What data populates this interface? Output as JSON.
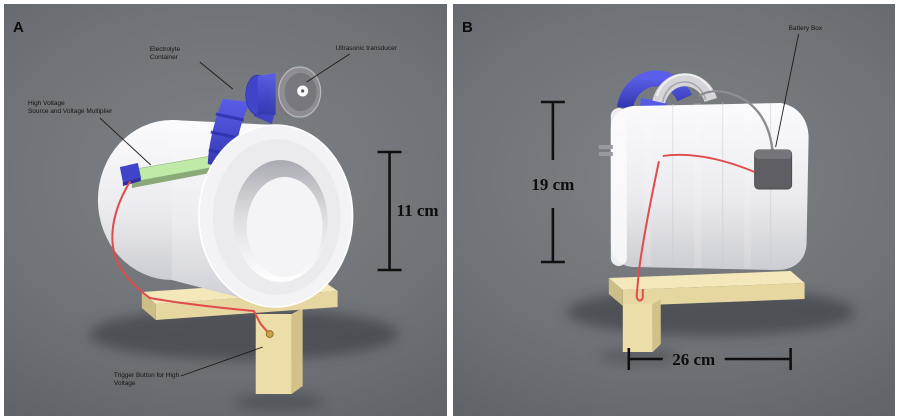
{
  "figure": {
    "panels": [
      {
        "letter": "A",
        "annotations": {
          "electrolyte_container_line1": "Electrolyte",
          "electrolyte_container_line2": "Container",
          "ultrasonic_transducer": "Ultrasonic transducer",
          "high_voltage_line1": "High Voltage",
          "high_voltage_line2": "Source and Voltage Multiplier",
          "trigger_line1": "Trigger Button for High",
          "trigger_line2": "Voltage",
          "height_dimension": "11 cm"
        }
      },
      {
        "letter": "B",
        "annotations": {
          "battery_box": "Battery Box",
          "height_dimension": "19 cm",
          "width_dimension": "26 cm"
        }
      }
    ],
    "colors": {
      "backdrop_gray": "#6f7377",
      "cylinder_white": "#f2f2f5",
      "strap_blue": "#4044c8",
      "board_green": "#c0eaa8",
      "wire_red": "#e04b4b",
      "base_tan": "#eedfaa",
      "battery_box_gray": "#5e5e64",
      "annotation_black": "#101010"
    }
  }
}
